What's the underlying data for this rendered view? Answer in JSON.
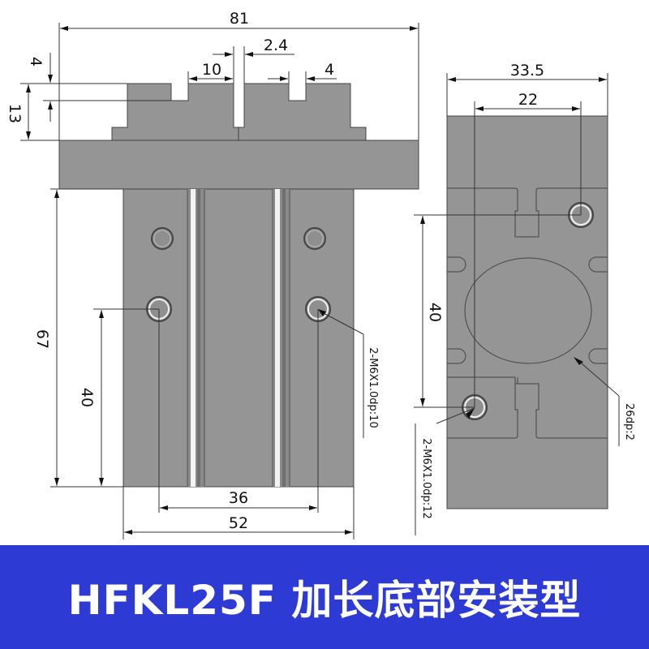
{
  "drawing": {
    "title": "HFKL25F 加长底部安装型",
    "colors": {
      "body": "#959595",
      "outline": "#444444",
      "banner": "#2d3bd4",
      "banner_text": "#ffffff"
    },
    "front_view": {
      "dimensions": {
        "overall_width": "81",
        "slot_gap": "2.4",
        "jaw_offset": "10",
        "slot_width": "4",
        "slot_depth": "4",
        "jaw_height": "13",
        "body_height": "67",
        "hole_height": "40",
        "hole_spacing": "36",
        "body_width": "52"
      },
      "callouts": {
        "thread": "2-M6X1.0dp:10"
      }
    },
    "side_view": {
      "dimensions": {
        "overall_width": "33.5",
        "hole_spacing_x": "22",
        "hole_spacing_y": "40"
      },
      "callouts": {
        "thread": "2-M6X1.0dp:12",
        "bore": "26dp:2"
      }
    }
  }
}
